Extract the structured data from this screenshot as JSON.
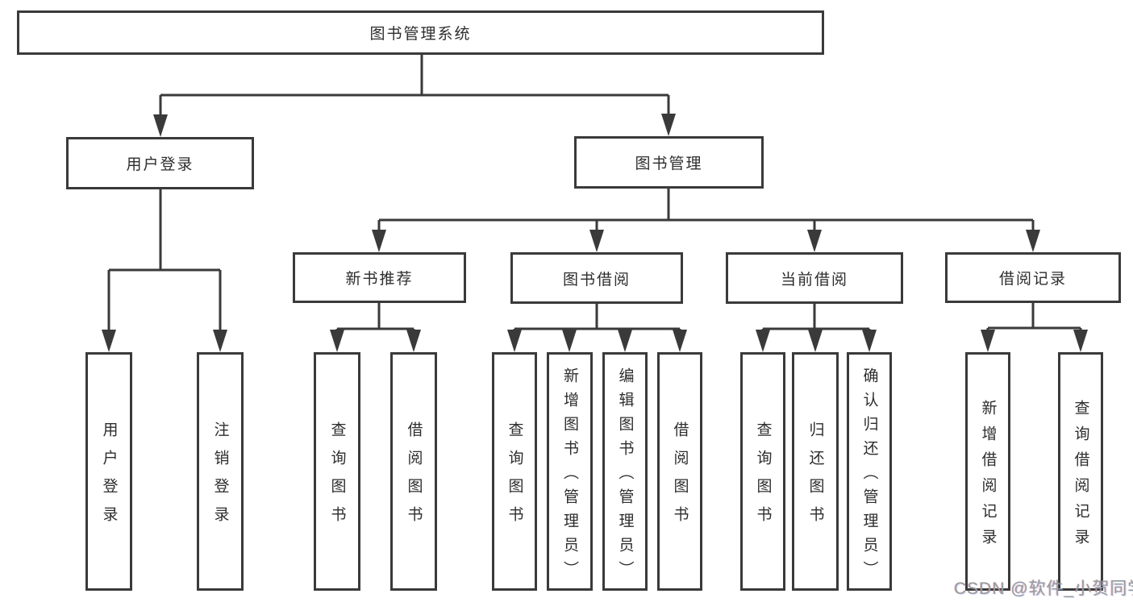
{
  "diagram": {
    "title": "图书管理系统",
    "level2": {
      "user_login": "用户登录",
      "book_management": "图书管理"
    },
    "level3": {
      "new_book_recommend": "新书推荐",
      "book_borrow": "图书借阅",
      "current_borrow": "当前借阅",
      "borrow_records": "借阅记录"
    },
    "leaves": {
      "user_login": "用户登录",
      "logout": "注销登录",
      "query_books_recommend": "查询图书",
      "borrow_books_recommend": "借阅图书",
      "query_books_borrow": "查询图书",
      "add_books_admin": "新增图书（管理员）",
      "edit_books_admin": "编辑图书（管理员）",
      "borrow_books_borrow": "借阅图书",
      "query_books_current": "查询图书",
      "return_books": "归还图书",
      "confirm_return_admin": "确认归还（管理员）",
      "add_borrow_record": "新增借阅记录",
      "query_borrow_record": "查询借阅记录"
    }
  },
  "watermark": "CSDN @软件_小贺同学",
  "colors": {
    "line": "#3a3a3a",
    "border": "#3a3a3a",
    "text": "#2d2d2d",
    "watermark_gray": "#9a9a9a",
    "background": "#ffffff"
  }
}
